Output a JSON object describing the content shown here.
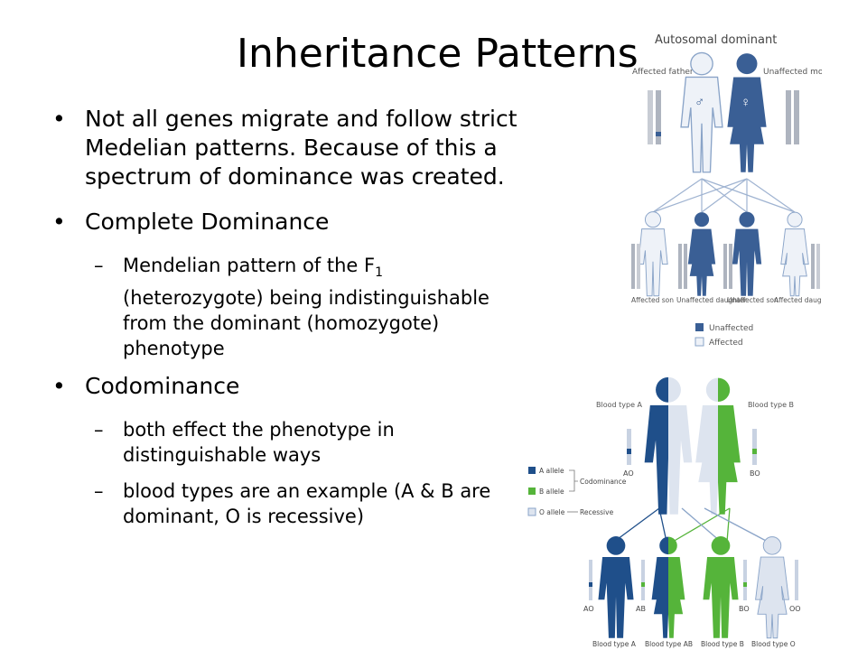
{
  "slide": {
    "title": "Inheritance Patterns",
    "bullets": [
      {
        "text": "Not all genes migrate and follow strict Medelian patterns. Because of this a spectrum of dominance was created."
      },
      {
        "text": "Complete Dominance",
        "sub": [
          {
            "pre": "Mendelian pattern of the F",
            "subscript": "1",
            "post": " (heterozygote) being indistinguishable from the dominant (homozygote) phenotype"
          }
        ]
      },
      {
        "text": "Codominance",
        "sub": [
          {
            "text": "both effect the phenotype in distinguishable ways"
          },
          {
            "text": "blood types are an example (A & B are dominant, O is recessive)"
          }
        ]
      }
    ],
    "bullet_char": "•",
    "dash_char": "–"
  },
  "autosomal": {
    "heading": "Autosomal dominant",
    "father": "Affected father",
    "mother": "Unaffected mother",
    "children": [
      "Affected son",
      "Unaffected daughter",
      "Unaffected son",
      "Affected daughter"
    ],
    "legend": [
      "Unaffected",
      "Affected"
    ],
    "male_symbol": "♂",
    "female_symbol": "♀",
    "colors": {
      "affected": "#eef2f8",
      "unaffected": "#3a5f95",
      "outline": "#8aa4c8"
    }
  },
  "blood": {
    "parent_left": "Blood type A",
    "parent_right": "Blood type B",
    "parent_left_genotype": "AO",
    "parent_right_genotype": "BO",
    "legend": [
      "A allele",
      "B allele",
      "O allele",
      "Codominance",
      "Recessive"
    ],
    "children_genotypes": [
      "AO",
      "AB",
      "BO",
      "OO"
    ],
    "children_types": [
      "Blood type A",
      "Blood type AB",
      "Blood type B",
      "Blood type O"
    ],
    "colors": {
      "a": "#1f4f8a",
      "b": "#55b43a",
      "o": "#dde4ef"
    }
  }
}
